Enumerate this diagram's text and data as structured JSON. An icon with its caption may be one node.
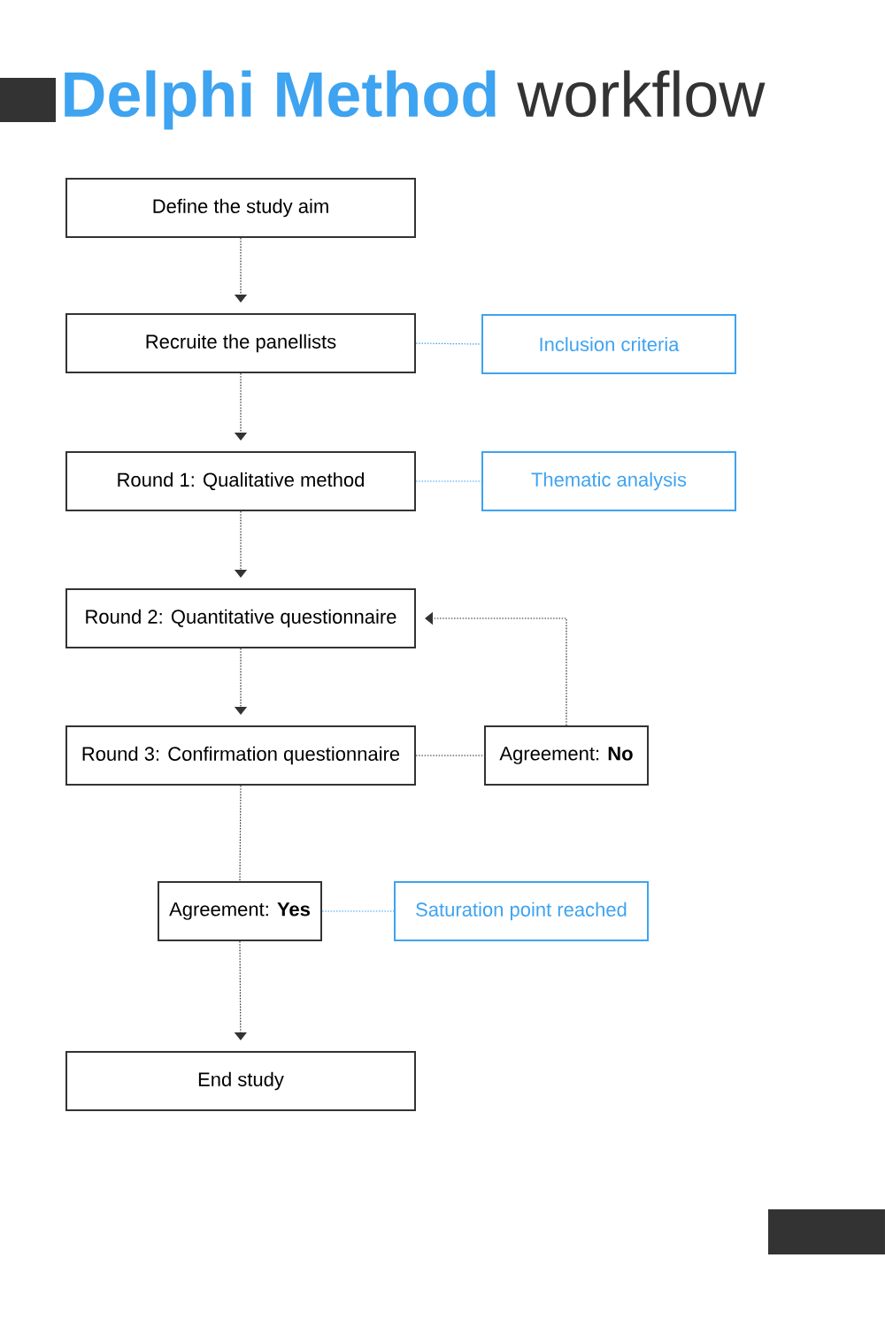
{
  "diagram": {
    "title": "**Delphi Method** workflow",
    "nodes": [
      {
        "text": [
          "Define the study aim"
        ]
      },
      {
        "text": [
          "Recruite the panellists"
        ]
      },
      {
        "text": [
          "Inclusion criteria"
        ]
      },
      {
        "text": [
          "Round 1: Qualitative method"
        ]
      },
      {
        "text": [
          "Thematic analysis"
        ]
      },
      {
        "text": [
          "Round 2: Quantitative questionnaire"
        ]
      },
      {
        "text": [
          "Round 3: Confirmation questionnaire"
        ]
      },
      {
        "text": [
          "Agreement: **No**"
        ]
      },
      {
        "text": [
          "Agreement: **Yes**"
        ]
      },
      {
        "text": [
          "Saturation point reached"
        ]
      },
      {
        "text": [
          "End study"
        ]
      }
    ],
    "edges": [
      {
        "from": 0,
        "to": 1,
        "arrow": "to"
      },
      {
        "from": 1,
        "to": 2,
        "arrow": "none",
        "color": "#3ea3f0"
      },
      {
        "from": 1,
        "to": 3,
        "arrow": "to"
      },
      {
        "from": 3,
        "to": 4,
        "arrow": "none",
        "color": "#3ea3f0"
      },
      {
        "from": 3,
        "to": 5,
        "arrow": "to"
      },
      {
        "from": 5,
        "to": 6,
        "arrow": "to"
      },
      {
        "from": 6,
        "to": 7,
        "arrow": "none"
      },
      {
        "from": 7,
        "to": 5,
        "arrow": "to"
      },
      {
        "from": 6,
        "to": 8,
        "arrow": "none"
      },
      {
        "from": 8,
        "to": 9,
        "arrow": "none",
        "color": "#3ea3f0"
      },
      {
        "from": 8,
        "to": 10,
        "arrow": "to"
      }
    ]
  }
}
